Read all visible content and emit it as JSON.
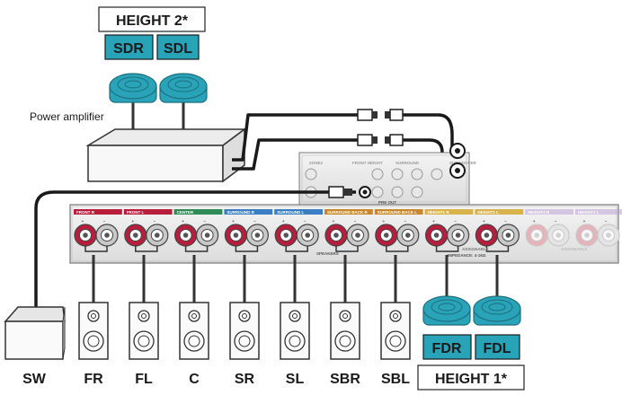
{
  "height2": {
    "title": "HEIGHT 2*",
    "left": "SDR",
    "right": "SDL"
  },
  "height1": {
    "title": "HEIGHT 1*",
    "left": "FDR",
    "right": "FDL"
  },
  "amplifier_label": "Power amplifier",
  "receiver": {
    "pre_out_label": "PRE OUT",
    "speakers_label": "SPEAKERS",
    "impedance_label": "IMPEDANCE: 4-16Ω",
    "assignable_label": "ASSIGNABLE",
    "top_connectors": [
      "ZONE2",
      "FRONT HEIGHT",
      "SURROUND",
      "SUBWOOFER"
    ],
    "channels": [
      "FRONT R",
      "FRONT L",
      "CENTER",
      "SURROUND R",
      "SURROUND L",
      "SURROUND BACK R",
      "SURROUND BACK L",
      "HEIGHT1 R",
      "HEIGHT1 L",
      "HEIGHT2 R",
      "HEIGHT2 L"
    ]
  },
  "speakers": [
    "SW",
    "FR",
    "FL",
    "C",
    "SR",
    "SL",
    "SBR",
    "SBL"
  ],
  "colors": {
    "accent_fill": "#29a3b8",
    "dark_text": "#1a1a1a",
    "channel_colors": [
      "#b81d3c",
      "#b81d3c",
      "#2e8b57",
      "#3a7fc4",
      "#3a7fc4",
      "#c8872b",
      "#c8872b",
      "#d8b24a",
      "#d8b24a",
      "#b89ad0",
      "#b89ad0"
    ]
  }
}
